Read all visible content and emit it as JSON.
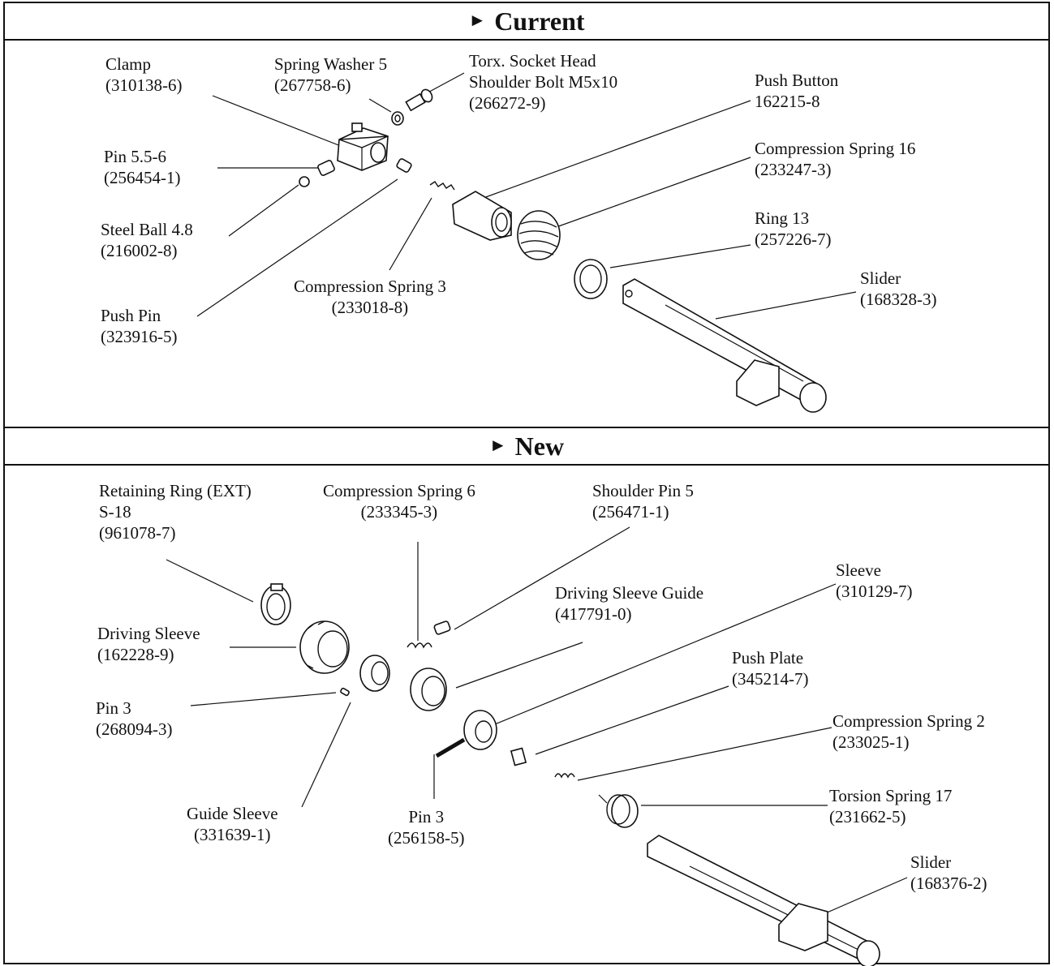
{
  "sections": {
    "current": {
      "title": "Current"
    },
    "new": {
      "title": "New"
    }
  },
  "current_parts": {
    "clamp": {
      "name": "Clamp",
      "code": "(310138-6)"
    },
    "spring_washer": {
      "name": "Spring Washer 5",
      "code": "(267758-6)"
    },
    "torx_bolt": {
      "name1": "Torx. Socket Head",
      "name2": "Shoulder Bolt M5x10",
      "code": "(266272-9)"
    },
    "push_button": {
      "name": "Push Button",
      "code": "162215-8"
    },
    "compression_spring_16": {
      "name": "Compression Spring 16",
      "code": "(233247-3)"
    },
    "pin_55": {
      "name": "Pin 5.5-6",
      "code": "(256454-1)"
    },
    "steel_ball": {
      "name": "Steel Ball 4.8",
      "code": "(216002-8)"
    },
    "ring_13": {
      "name": "Ring 13",
      "code": "(257226-7)"
    },
    "compression_spring_3": {
      "name": "Compression Spring 3",
      "code": "(233018-8)"
    },
    "slider": {
      "name": "Slider",
      "code": "(168328-3)"
    },
    "push_pin": {
      "name": "Push Pin",
      "code": "(323916-5)"
    }
  },
  "new_parts": {
    "retaining_ring": {
      "name1": "Retaining Ring (EXT)",
      "name2": "S-18",
      "code": "(961078-7)"
    },
    "compression_spring_6": {
      "name": "Compression Spring 6",
      "code": "(233345-3)"
    },
    "shoulder_pin": {
      "name": "Shoulder Pin 5",
      "code": "(256471-1)"
    },
    "sleeve": {
      "name": "Sleeve",
      "code": "(310129-7)"
    },
    "driving_sleeve_guide": {
      "name": "Driving Sleeve Guide",
      "code": "(417791-0)"
    },
    "driving_sleeve": {
      "name": "Driving Sleeve",
      "code": "(162228-9)"
    },
    "push_plate": {
      "name": "Push Plate",
      "code": "(345214-7)"
    },
    "pin_3a": {
      "name": "Pin 3",
      "code": "(268094-3)"
    },
    "compression_spring_2": {
      "name": "Compression Spring 2",
      "code": "(233025-1)"
    },
    "torsion_spring": {
      "name": "Torsion Spring 17",
      "code": "(231662-5)"
    },
    "guide_sleeve": {
      "name": "Guide Sleeve",
      "code": "(331639-1)"
    },
    "pin_3b": {
      "name": "Pin 3",
      "code": "(256158-5)"
    },
    "slider": {
      "name": "Slider",
      "code": "(168376-2)"
    }
  }
}
